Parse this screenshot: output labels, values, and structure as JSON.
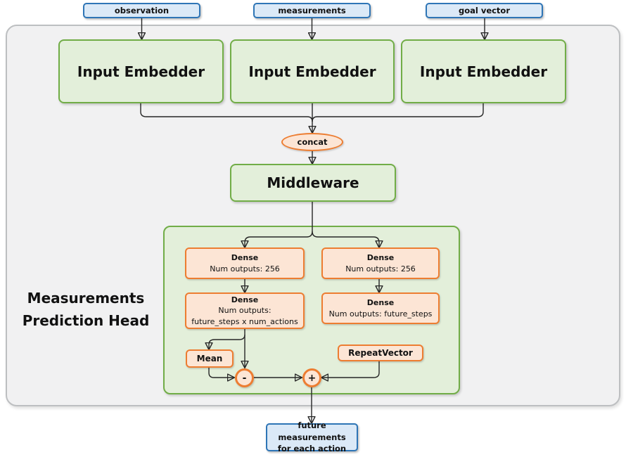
{
  "diagram": {
    "inputs": [
      {
        "label": "observation"
      },
      {
        "label": "measurements"
      },
      {
        "label": "goal vector"
      }
    ],
    "embedders": [
      {
        "label": "Input Embedder"
      },
      {
        "label": "Input Embedder"
      },
      {
        "label": "Input Embedder"
      }
    ],
    "concat_label": "concat",
    "middleware_label": "Middleware",
    "head": {
      "title_line1": "Measurements",
      "title_line2": "Prediction Head",
      "left_branch": {
        "dense1_title": "Dense",
        "dense1_subtitle": "Num outputs: 256",
        "dense2_title": "Dense",
        "dense2_subtitle_line1": "Num outputs:",
        "dense2_subtitle_line2": "future_steps x num_actions",
        "mean_label": "Mean",
        "minus_label": "-"
      },
      "right_branch": {
        "dense1_title": "Dense",
        "dense1_subtitle": "Num outputs: 256",
        "dense2_title": "Dense",
        "dense2_subtitle": "Num outputs: future_steps",
        "repeat_label": "RepeatVector",
        "plus_label": "+"
      }
    },
    "output": {
      "line1": "future measurements",
      "line2": "for each action"
    }
  },
  "colors": {
    "blue_fill": "#dbe9f7",
    "blue_border": "#2e75b6",
    "green_fill": "#e3efda",
    "green_border": "#71ad47",
    "orange_fill": "#fce5d5",
    "orange_border": "#ed7d31",
    "panel_fill": "#f1f1f2",
    "panel_border": "#bdbfc1",
    "line_color": "#262626"
  }
}
